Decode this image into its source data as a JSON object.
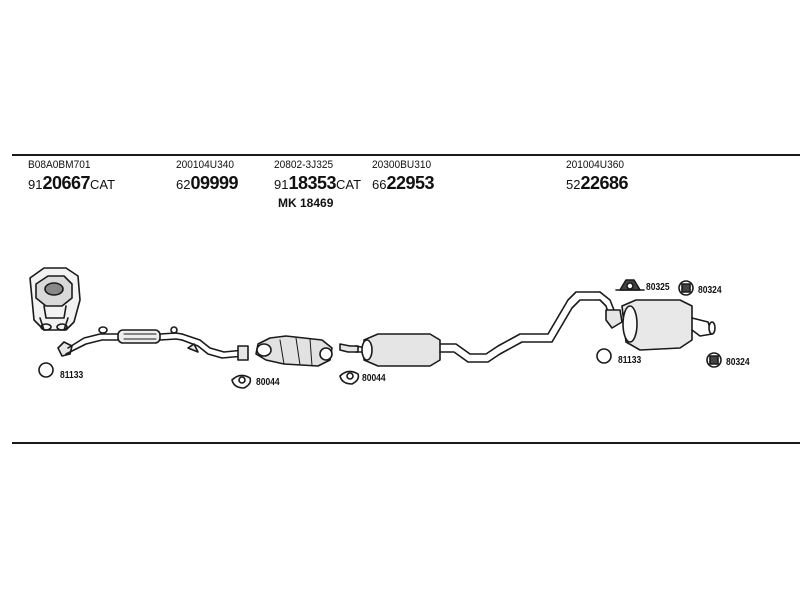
{
  "parts": [
    {
      "oe_code": "B08A0BM701",
      "prefix": "91",
      "number": "20667",
      "suffix": "CAT",
      "extra": ""
    },
    {
      "oe_code": "200104U340",
      "prefix": "62",
      "number": "09999",
      "suffix": "",
      "extra": ""
    },
    {
      "oe_code": "20802-3J325",
      "prefix": "91",
      "number": "18353",
      "suffix": "CAT",
      "extra": "MK 18469"
    },
    {
      "oe_code": "20300BU310",
      "prefix": "66",
      "number": "22953",
      "suffix": "",
      "extra": ""
    },
    {
      "oe_code": "201004U360",
      "prefix": "52",
      "number": "22686",
      "suffix": "",
      "extra": ""
    }
  ],
  "accessories": [
    {
      "label": "81133",
      "icon": "o-ring-icon"
    },
    {
      "label": "80044",
      "icon": "gasket-icon"
    },
    {
      "label": "80044",
      "icon": "gasket-icon"
    },
    {
      "label": "81133",
      "icon": "o-ring-icon"
    },
    {
      "label": "80325",
      "icon": "rubber-mount-icon"
    },
    {
      "label": "80324",
      "icon": "rubber-hanger-icon"
    },
    {
      "label": "80324",
      "icon": "rubber-hanger-icon"
    }
  ]
}
